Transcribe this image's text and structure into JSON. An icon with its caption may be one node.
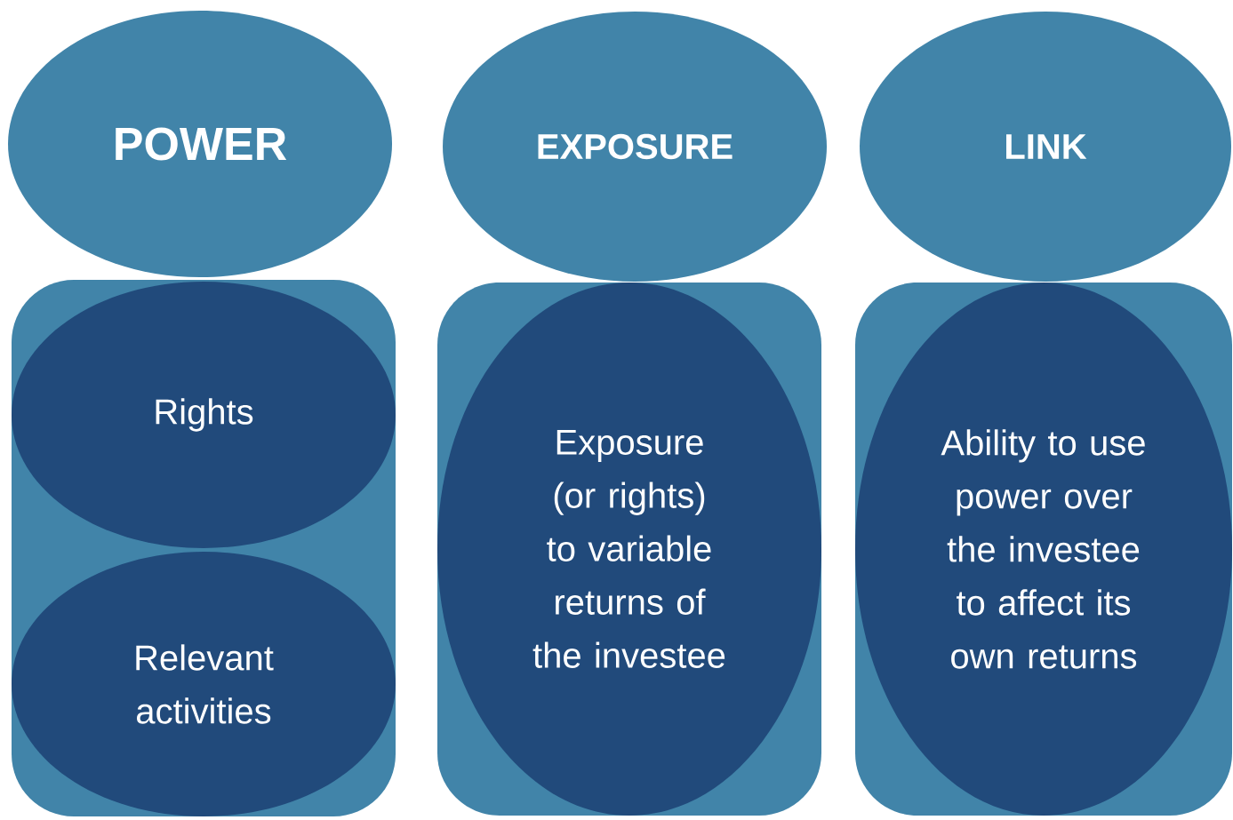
{
  "diagram": {
    "nodes": [
      {
        "text": [
          "POWER"
        ]
      },
      {
        "text": [
          "EXPOSURE"
        ]
      },
      {
        "text": [
          "LINK"
        ]
      },
      {
        "text": [],
        "shape": "box"
      },
      {
        "text": [
          "Rights"
        ],
        "in": 3
      },
      {
        "text": [
          "Relevant activities"
        ],
        "in": 3
      },
      {
        "text": [],
        "shape": "box"
      },
      {
        "text": [
          "Exposure (or rights) to variable returns of the investee"
        ],
        "in": 6
      },
      {
        "text": [],
        "shape": "box"
      },
      {
        "text": [
          "Ability to use power over the investee to affect its own returns"
        ],
        "in": 8
      }
    ]
  }
}
